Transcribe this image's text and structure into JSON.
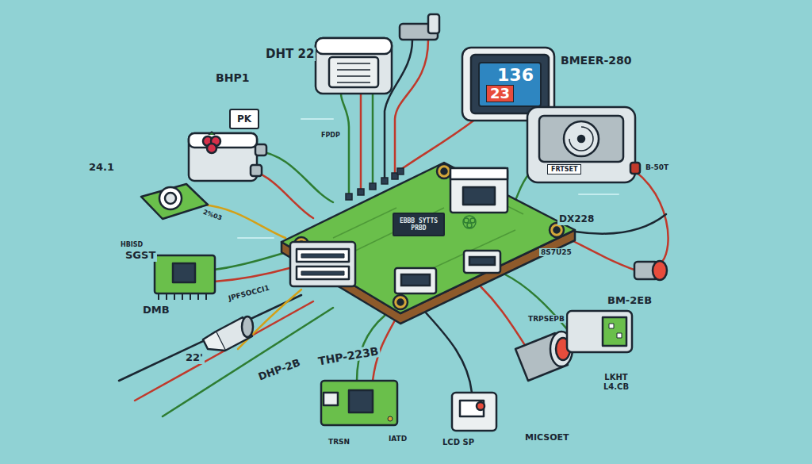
{
  "diagram": {
    "nodes": [
      {
        "text": [
          "136",
          "23"
        ]
      },
      {
        "text": [
          "EBBB SYTTS PRBD"
        ]
      },
      {
        "text": [
          "PK"
        ]
      },
      {
        "text": [
          "FRTSET"
        ]
      }
    ],
    "labels": [
      "BHP1",
      "DHT 22",
      "BMEER-280",
      "24.1",
      "2%03",
      "HBISD",
      "SGST",
      "DMB",
      "22'",
      "JPFSOCCI1",
      "FPDP",
      "B-50T",
      "DX228",
      "8S7U25",
      "BM-2EB",
      "TRPSEPB",
      "LKHT L4.CB",
      "DHP-2B",
      "THP-223B",
      "TRSN",
      "IATD",
      "LCD SP",
      "MICSOET"
    ]
  }
}
